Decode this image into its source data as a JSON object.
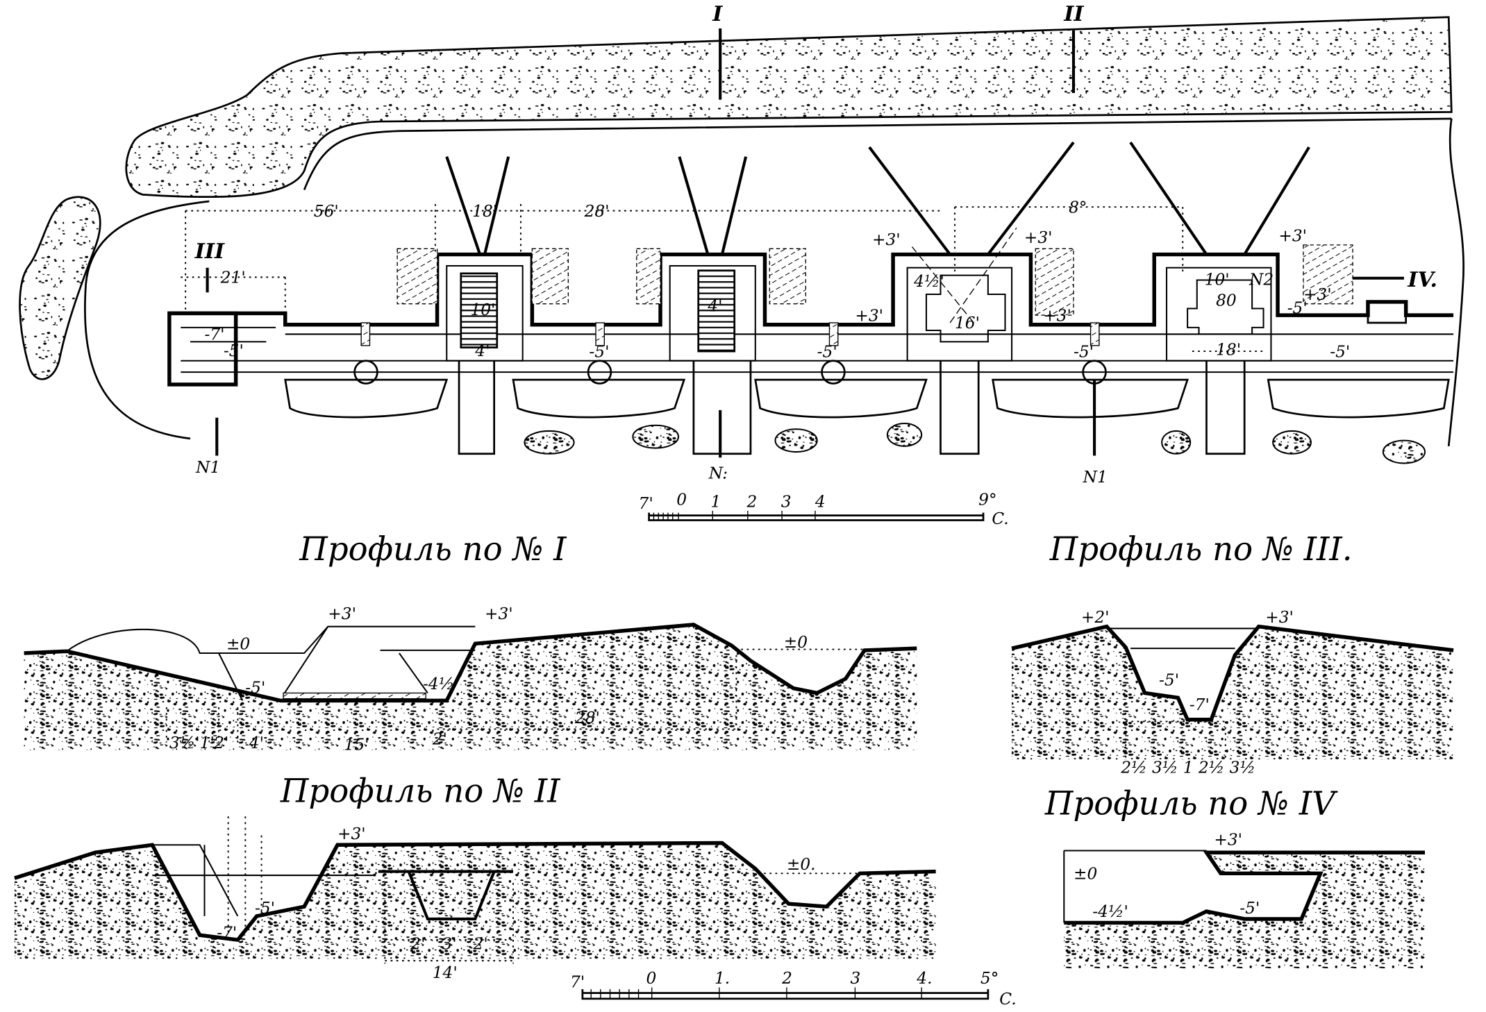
{
  "plan": {
    "section_marks": {
      "I": "I",
      "II": "II",
      "III": "III",
      "IV": "IV."
    },
    "profile_marks": [
      "N1",
      "N:",
      "N1"
    ],
    "dimensions": {
      "d56": "56'",
      "d18": "18'",
      "d28": "28'",
      "d21": "21'",
      "d8": "8°",
      "elev_m7": "-7'",
      "elev_m5a": "-5'",
      "elev_m5b": "-5'",
      "elev_m5c": "-5'",
      "elev_m5d": "-5'",
      "elev_m5e": "-5'",
      "elev_m5f": "-5'",
      "w10": "10'",
      "w4": "4'",
      "w4b": "4'",
      "p3a": "+3'",
      "p3b": "+3'",
      "p3c": "+3'",
      "p3d": "+3'",
      "p3e": "+3'",
      "p3f": "+3'",
      "h4half": "4½'",
      "w16": "16'",
      "w10b": "10'",
      "a80": "80",
      "w18": "18'",
      "n2": "N2"
    },
    "scale": {
      "start": "7'",
      "ticks": [
        "0",
        "1",
        "2",
        "3",
        "4"
      ],
      "end": "9°",
      "unit": "C."
    }
  },
  "profiles": {
    "p1": {
      "title": "Профиль по № I",
      "labels": {
        "a": "+3'",
        "b": "+3'",
        "c": "±0",
        "d": "±0",
        "e": "-5'",
        "f": "-4½'",
        "g": "28'",
        "h": "3½'",
        "i": "1'",
        "j": "2'",
        "k": "4'",
        "l": "15'",
        "m": "2'"
      }
    },
    "p2": {
      "title": "Профиль по № II",
      "labels": {
        "a": "+3'",
        "b": "±0.",
        "c": "-5'",
        "d": "-7'",
        "e": "2'",
        "f": "3'",
        "g": "2'",
        "h": "14'"
      }
    },
    "p3": {
      "title": "Профиль по № III.",
      "labels": {
        "a": "+2'",
        "b": "+3'",
        "c": "-5'",
        "d": "-7'",
        "e": "2½ 3½ 1 2½ 3½"
      }
    },
    "p4": {
      "title": "Профиль по № IV",
      "labels": {
        "a": "+3'",
        "b": "±0",
        "c": "-4½'",
        "d": "-5'"
      }
    }
  },
  "bottom_scale": {
    "start": "7'",
    "ticks": [
      "0",
      "1.",
      "2",
      "3",
      "4."
    ],
    "end": "5°",
    "unit": "C."
  }
}
